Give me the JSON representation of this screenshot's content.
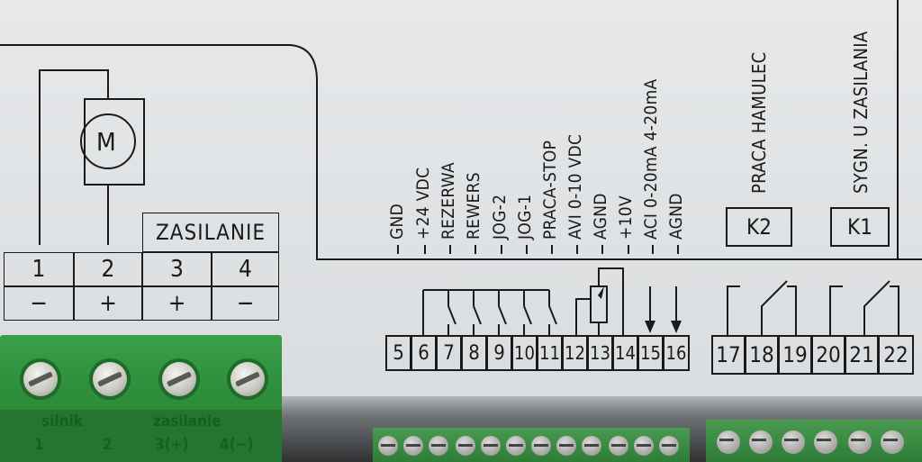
{
  "motor": {
    "symbol": "M"
  },
  "left_terminal": {
    "supply_header": "ZASILANIE",
    "numbers": [
      "1",
      "2",
      "3",
      "4"
    ],
    "polarities": [
      "−",
      "+",
      "+",
      "−"
    ]
  },
  "green_block_labels": {
    "group1": "silnik",
    "group2": "zasilanie",
    "pins": [
      "1",
      "2",
      "3(+)",
      "4(−)"
    ]
  },
  "signals": [
    "GND",
    "+24 VDC",
    "REZERWA",
    "REWERS",
    "JOG-2",
    "JOG-1",
    "PRACA-STOP",
    "AVI 0-10 VDC",
    "AGND",
    "+10V",
    "ACI 0-20mA  4-20mA",
    "AGND"
  ],
  "relays": {
    "k2_label": "PRACA HAMULEC",
    "k2_box": "K2",
    "k1_label": "SYGN. U ZASILANIA",
    "k1_box": "K1"
  },
  "control_terminals": [
    "5",
    "6",
    "7",
    "8",
    "9",
    "10",
    "11",
    "12",
    "13",
    "14",
    "15",
    "16"
  ],
  "relay_terminals": [
    "17",
    "18",
    "19",
    "20",
    "21",
    "22"
  ]
}
